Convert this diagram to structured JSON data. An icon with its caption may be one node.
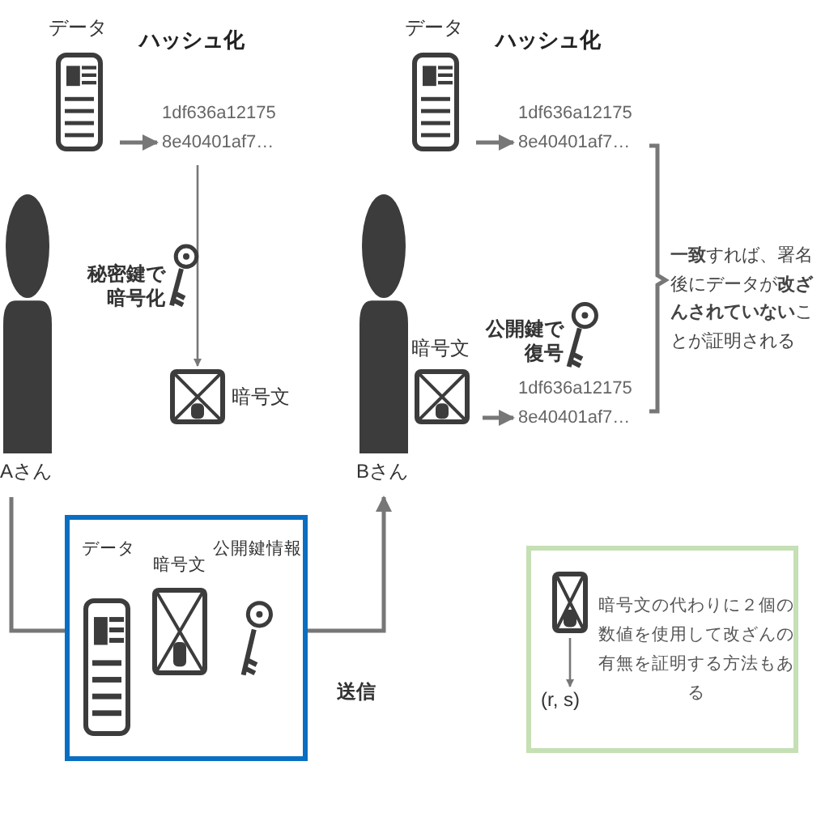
{
  "diagram": {
    "nodes": [
      {
        "text": [
          "Aさん"
        ]
      },
      {
        "text": [
          "データ"
        ]
      },
      {
        "text": [
          "1df636a12175 8e40401af7…"
        ]
      },
      {
        "text": [
          "暗号文"
        ]
      },
      {
        "text": [
          "Bさん"
        ]
      },
      {
        "text": [
          "データ"
        ]
      },
      {
        "text": [
          "1df636a12175 8e40401af7…"
        ]
      },
      {
        "text": [
          "暗号文"
        ]
      },
      {
        "text": [
          "1df636a12175 8e40401af7…"
        ]
      },
      {
        "text": [],
        "shape": "box"
      },
      {
        "text": [
          "データ"
        ],
        "in": 9
      },
      {
        "text": [
          "暗号文"
        ],
        "in": 9
      },
      {
        "text": [
          "公開鍵情報"
        ],
        "in": 9
      },
      {
        "text": [
          "暗号文の代わりに２個の数値を使用して改ざんの有無を証明する方法もある"
        ]
      },
      {
        "text": [],
        "shape": "icon",
        "in": 13
      },
      {
        "text": [
          "(r, s)"
        ],
        "in": 13
      }
    ],
    "edges": [
      {
        "from": 1,
        "to": 2,
        "arrow": "to"
      },
      {
        "from": 2,
        "to": 3,
        "arrow": "to",
        "label": "秘密鍵で暗号化"
      },
      {
        "from": 0,
        "to": 9,
        "arrow": "none"
      },
      {
        "from": 9,
        "to": 4,
        "arrow": "to",
        "label": "送信"
      },
      {
        "from": 5,
        "to": 6,
        "arrow": "to"
      },
      {
        "from": 7,
        "to": 8,
        "arrow": "to",
        "label": "公開鍵で復号"
      },
      {
        "from": 14,
        "to": 15,
        "arrow": "to"
      }
    ],
    "labels": [
      "ハッシュ化",
      "ハッシュ化",
      "**一致**すれば、署名後にデータが**改ざんされていない**ことが証明される"
    ]
  }
}
